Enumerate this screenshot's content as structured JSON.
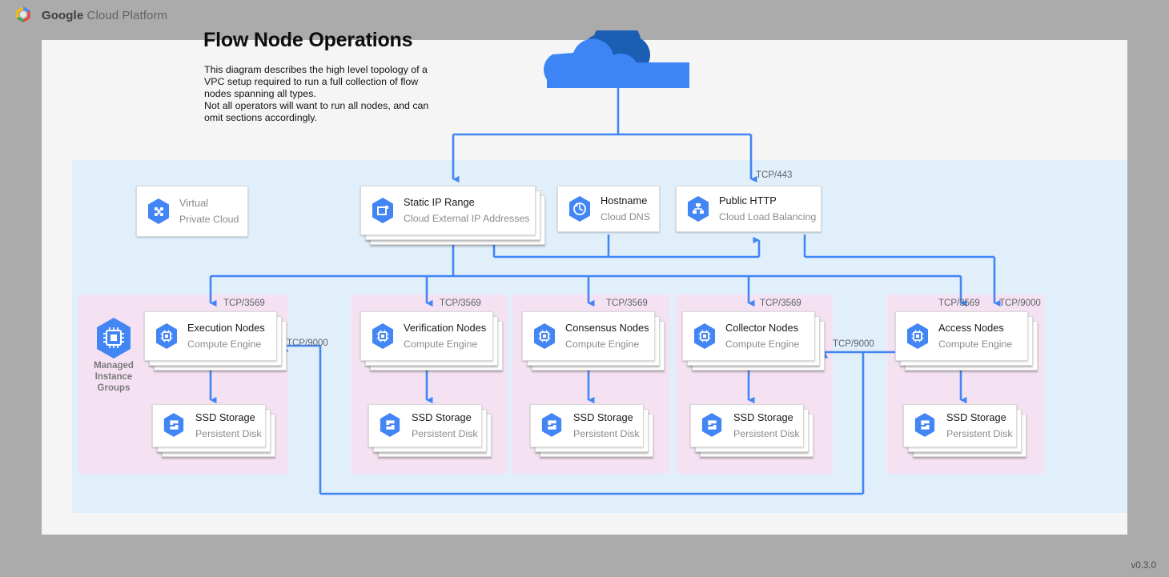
{
  "header": {
    "brand_bold": "Google",
    "brand_rest": " Cloud Platform",
    "logo_icon": "google-cloud-platform-hexagon-logo"
  },
  "title": "Flow Node Operations",
  "description_lines": [
    "This diagram describes the high level topology of a",
    "VPC setup required to run a full collection of flow",
    "nodes spanning all types.",
    "Not all operators will want to run all nodes, and can",
    "omit sections accordingly."
  ],
  "version": "v0.3.0",
  "colors": {
    "page_background": "#ababab",
    "canvas": "#f5f5f5",
    "vpc_region": "#e1effb",
    "group_region": "#f4e2f2",
    "wire": "#4285f4",
    "icon_blue": "#4285f4",
    "cloud_front": "#3d85f5",
    "cloud_back": "#1a5fb4"
  },
  "cloud": {
    "icon": "internet-cloud-icon"
  },
  "top_nodes": [
    {
      "id": "vpc",
      "title": "Virtual\nPrivate Cloud",
      "title_line1": "Virtual",
      "title_line2": "Private Cloud",
      "subtitle": "",
      "icon": "virtual-private-cloud-icon",
      "stacked": false
    },
    {
      "id": "static-ip",
      "title": "Static IP Range",
      "subtitle": "Cloud External IP Addresses",
      "icon": "external-ip-address-icon",
      "stacked": true
    },
    {
      "id": "hostname",
      "title": "Hostname",
      "subtitle": "Cloud DNS",
      "icon": "cloud-dns-icon",
      "stacked": false
    },
    {
      "id": "public-http",
      "title": "Public HTTP",
      "subtitle": "Cloud Load Balancing",
      "icon": "cloud-load-balancing-icon",
      "stacked": false
    }
  ],
  "mig_label_lines": [
    "Managed",
    "Instance",
    "Groups"
  ],
  "mig_icon": "managed-instance-group-icon",
  "node_groups": [
    {
      "id": "execution",
      "node_title": "Execution Nodes",
      "node_subtitle": "Compute Engine",
      "node_icon": "compute-engine-icon",
      "storage_title": "SSD Storage",
      "storage_subtitle": "Persistent Disk",
      "storage_icon": "persistent-disk-icon",
      "ingress_port": "TCP/3569"
    },
    {
      "id": "verification",
      "node_title": "Verification Nodes",
      "node_subtitle": "Compute Engine",
      "node_icon": "compute-engine-icon",
      "storage_title": "SSD Storage",
      "storage_subtitle": "Persistent Disk",
      "storage_icon": "persistent-disk-icon",
      "ingress_port": "TCP/3569"
    },
    {
      "id": "consensus",
      "node_title": "Consensus Nodes",
      "node_subtitle": "Compute Engine",
      "node_icon": "compute-engine-icon",
      "storage_title": "SSD Storage",
      "storage_subtitle": "Persistent Disk",
      "storage_icon": "persistent-disk-icon",
      "ingress_port": "TCP/3569"
    },
    {
      "id": "collector",
      "node_title": "Collector Nodes",
      "node_subtitle": "Compute Engine",
      "node_icon": "compute-engine-icon",
      "storage_title": "SSD Storage",
      "storage_subtitle": "Persistent Disk",
      "storage_icon": "persistent-disk-icon",
      "ingress_port": "TCP/3569"
    },
    {
      "id": "access",
      "node_title": "Access Nodes",
      "node_subtitle": "Compute Engine",
      "node_icon": "compute-engine-icon",
      "storage_title": "SSD Storage",
      "storage_subtitle": "Persistent Disk",
      "storage_icon": "persistent-disk-icon",
      "ingress_port": "TCP/3569"
    }
  ],
  "extra_ports": {
    "https_top": "TCP/443",
    "access_9000": "TCP/9000",
    "collector_in_9000": "TCP/9000",
    "execution_in_9000": "TCP/9000"
  }
}
